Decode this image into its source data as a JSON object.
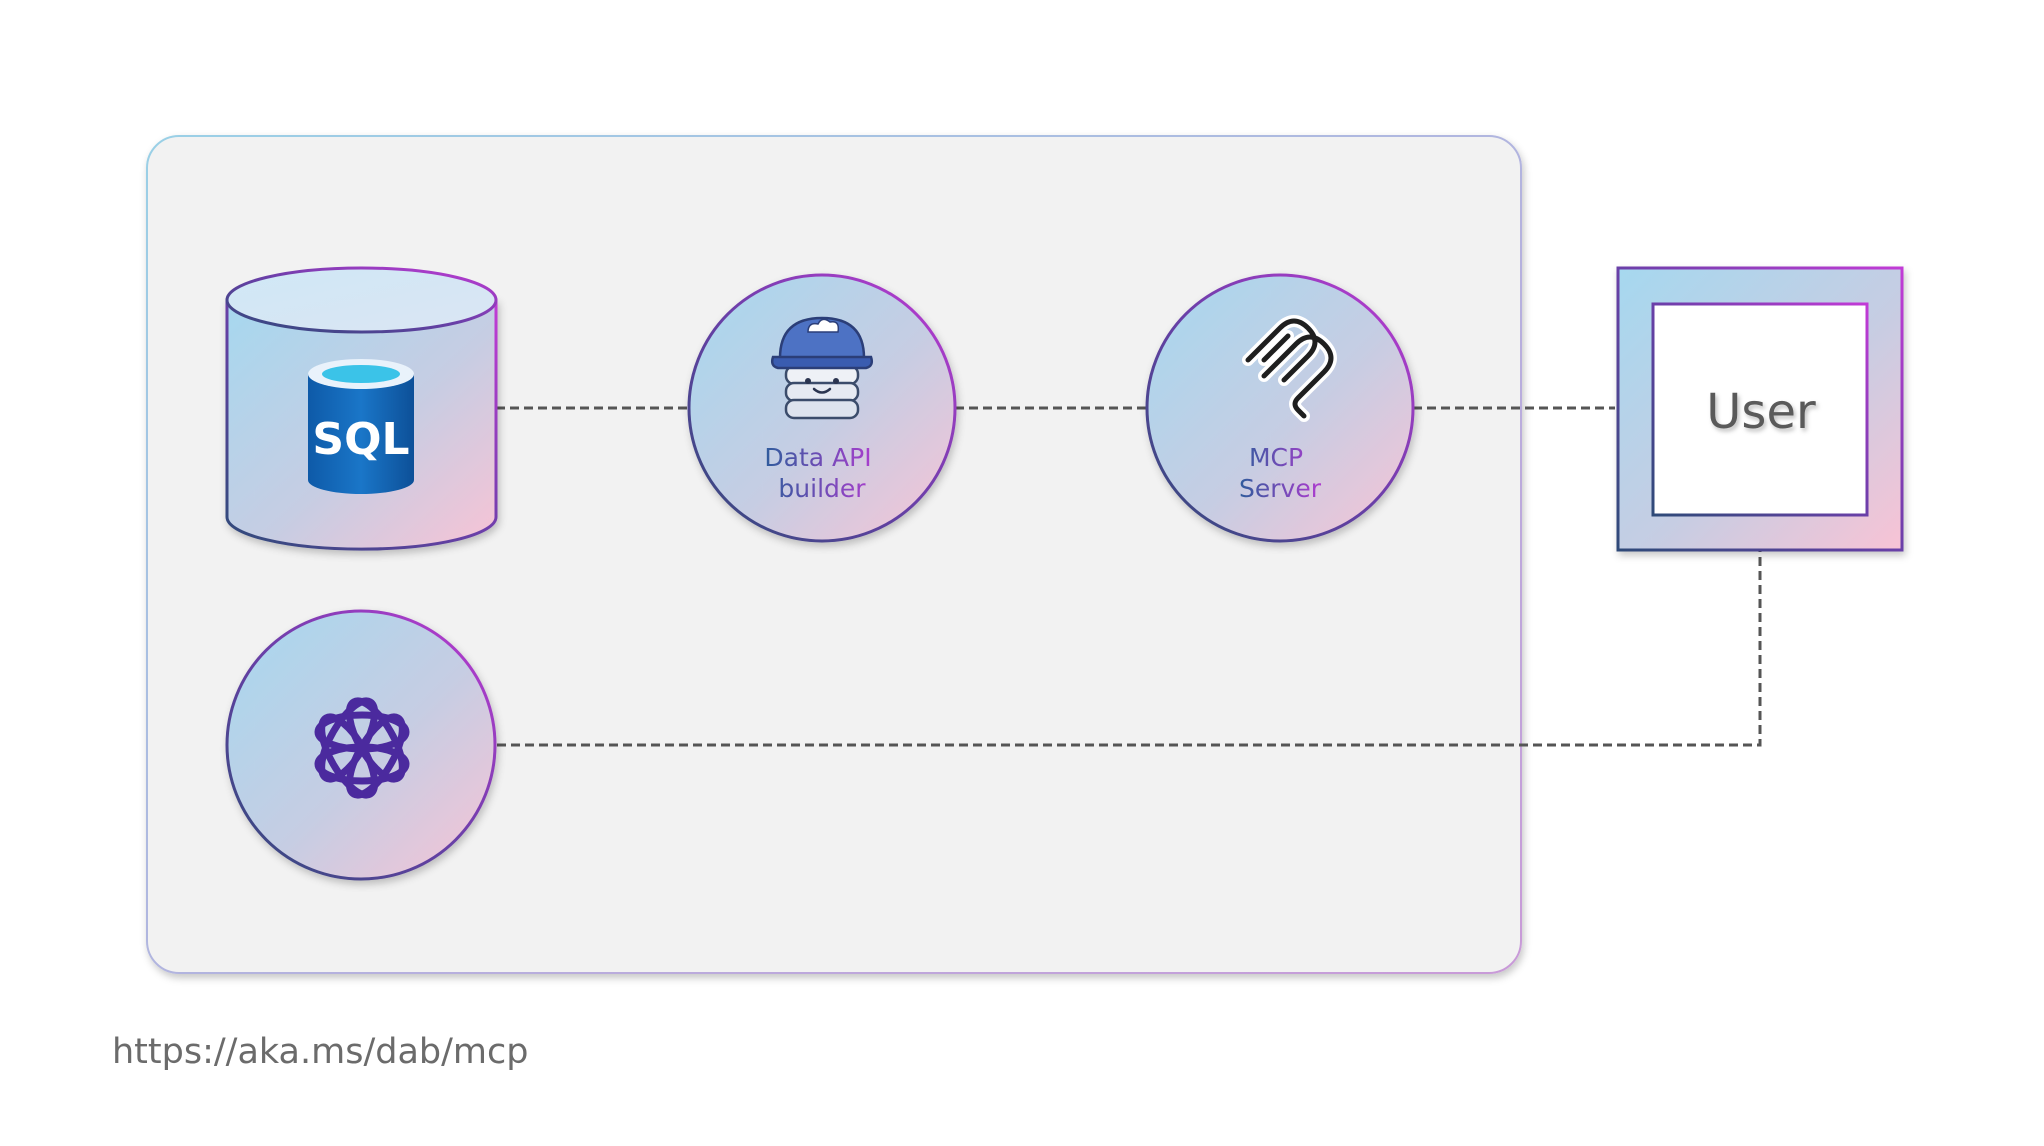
{
  "nodes": {
    "sql": {
      "label": "SQL",
      "icon": "sql-database-icon"
    },
    "dab": {
      "line1": "Data API",
      "line2": "builder",
      "icon": "data-api-builder-mascot-icon"
    },
    "mcp": {
      "line1": "MCP",
      "line2": "Server",
      "icon": "mcp-logo-icon"
    },
    "openai": {
      "icon": "openai-logo-icon"
    },
    "user": {
      "label": "User"
    }
  },
  "footer": {
    "url": "https://aka.ms/dab/mcp"
  },
  "colors": {
    "panel_bg": "#f2f2f2",
    "gradient_blue": "#a8d8ee",
    "gradient_pink": "#f7c4d6",
    "stroke_purple": "#b03cd0",
    "stroke_navy": "#2d4a7a",
    "sql_blue": "#1568b8",
    "connector": "#555555",
    "footer_text": "#6b6b6b"
  }
}
